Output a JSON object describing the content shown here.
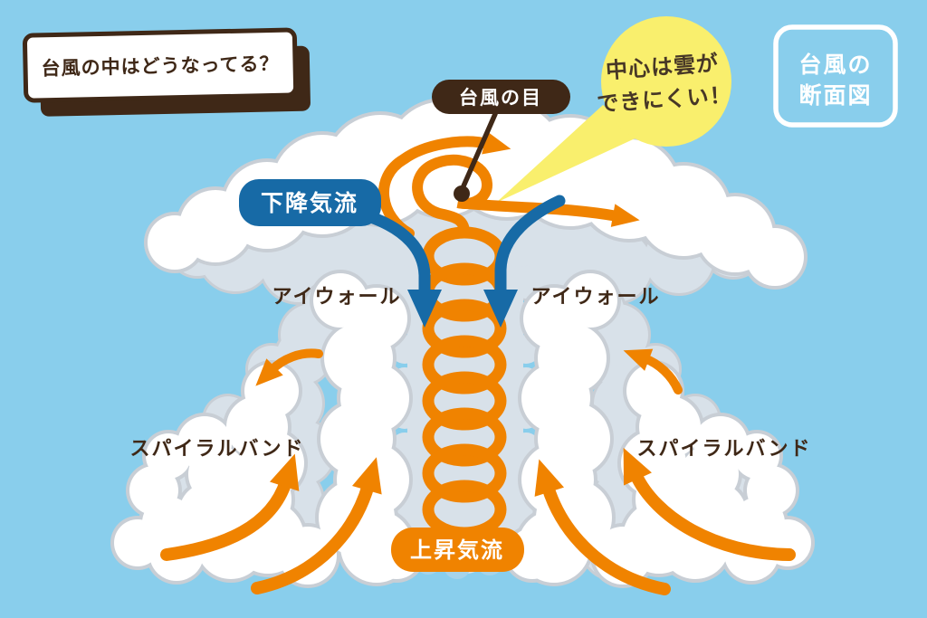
{
  "title_card": {
    "text": "台風の中はどうなってる？"
  },
  "legend_box": {
    "line1": "台風の",
    "line2": "断面図"
  },
  "bubble": {
    "line1": "中心は雲が",
    "line2": "できにくい！"
  },
  "labels": {
    "eye": "台風の目",
    "downdraft": "下降気流",
    "updraft": "上昇気流",
    "eyewall_left": "アイウォール",
    "eyewall_right": "アイウォール",
    "spiralband_left": "スパイラルバンド",
    "spiralband_right": "スパイラルバンド"
  },
  "colors": {
    "sky": "#89CEEC",
    "cloud_white": "#FFFFFF",
    "cloud_shadow": "#D8E1E9",
    "cloud_outline": "#C8CED5",
    "cloud_base_blue": "#A6D3EA",
    "orange": "#F08300",
    "blue": "#176AA6",
    "dark_brown": "#3F2817",
    "bubble_yellow": "#F9EF6D",
    "bubble_text": "#473726"
  }
}
